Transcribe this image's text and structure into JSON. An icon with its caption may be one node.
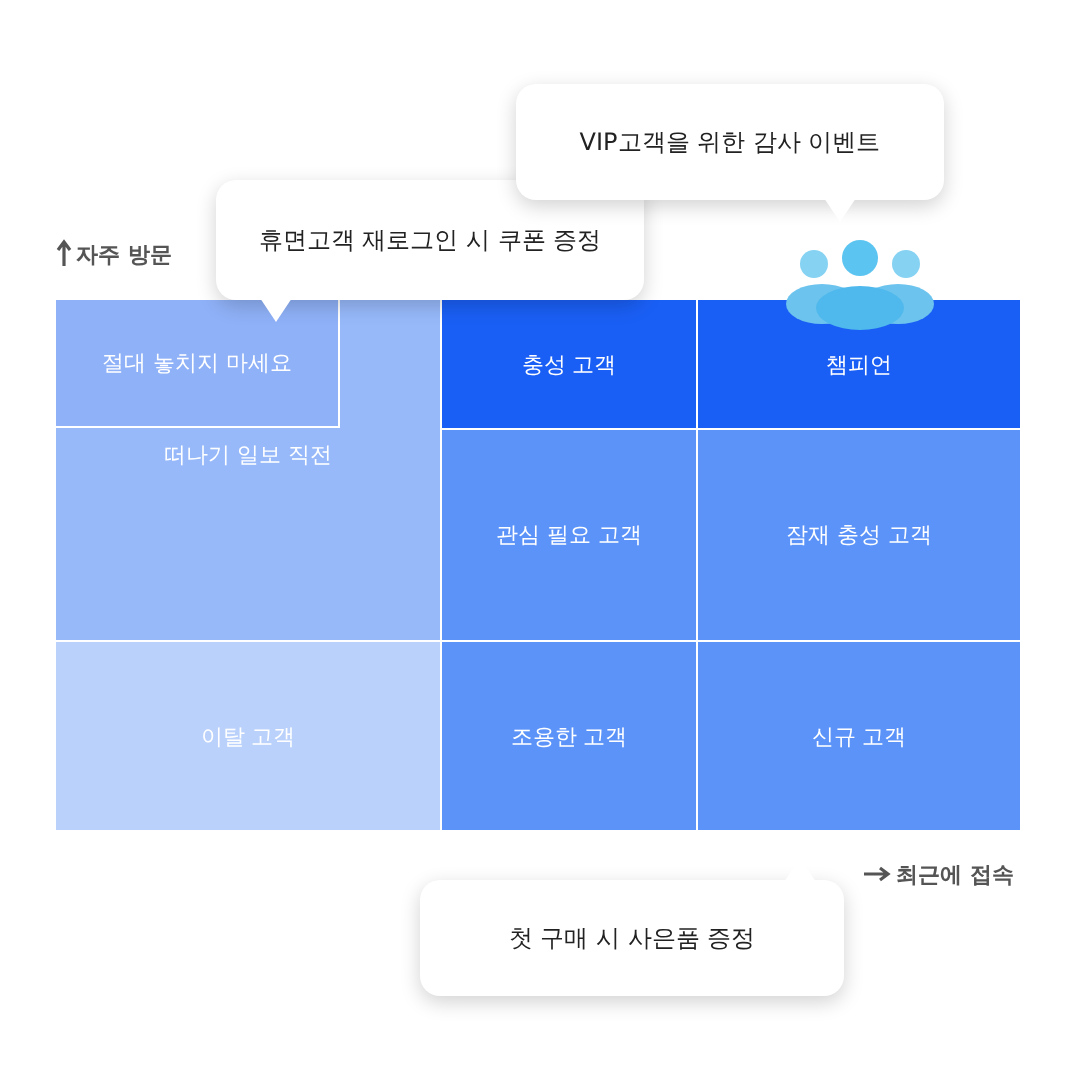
{
  "diagram": {
    "nodes": [
      {
        "text": [
          "떠나기 일보 직전"
        ]
      },
      {
        "text": [
          "절대 놓치지 마세요"
        ],
        "in": 0
      },
      {
        "text": [
          "충성 고객"
        ]
      },
      {
        "text": [
          "챔피언"
        ]
      },
      {
        "text": [
          "관심 필요 고객"
        ]
      },
      {
        "text": [
          "잠재 충성 고객"
        ]
      },
      {
        "text": [
          "이탈 고객"
        ]
      },
      {
        "text": [
          "조용한 고객"
        ]
      },
      {
        "text": [
          "신규 고객"
        ]
      },
      {
        "text": [
          "휴면고객 재로그인 시 쿠폰 증정"
        ]
      },
      {
        "text": [
          "VIP고객을 위한 감사 이벤트"
        ]
      },
      {
        "text": [
          "첫 구매 시 사은품 증정"
        ]
      }
    ],
    "edges": [],
    "labels": [
      "자주 방문",
      "최근에 접속"
    ]
  }
}
